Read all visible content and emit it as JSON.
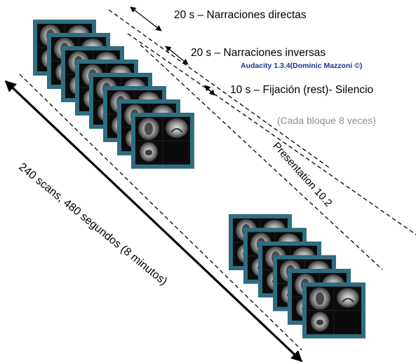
{
  "labels": {
    "narraciones_directas": "20 s – Narraciones directas",
    "narraciones_inversas": "20 s – Narraciones inversas",
    "software_credit": "Audacity 1.3.4(Dominic Mazzoni ©)",
    "fijacion": "10 s – Fijación (rest)- Silencio",
    "block_note": "(Cada bloque 8 veces)",
    "presentation": "Presentation 10.2",
    "scans_duration": "240 scans, 480 segundos (8 minutos)"
  },
  "colors": {
    "frame": "#2f6d80",
    "frame_dark": "#1b4552",
    "scan_bg": "#0b0b0b",
    "credit": "#1a3590",
    "note": "#8f8f8f"
  },
  "icons": {
    "frame": "mri-scan-frame-icon",
    "arrow": "double-arrow-icon"
  },
  "stacks": {
    "upper_count": 8,
    "lower_count": 6
  }
}
